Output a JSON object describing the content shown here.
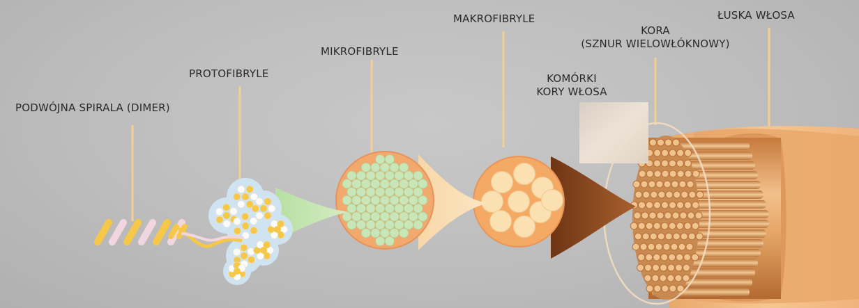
{
  "labels": {
    "double_helix": "PODWÓJNA SPIRALA (DIMER)",
    "protofibrils": "PROTOFIBRYLE",
    "microfibrils": "MIKROFIBRYLE",
    "macrofibrils": "MAKROFIBRYLE",
    "cortex_cells_line1": "KOMÓRKI",
    "cortex_cells_line2": "KORY WŁOSA",
    "cortex_line1": "KORA",
    "cortex_line2": "(SZNUR WIELOWŁÓKNOWY)",
    "cuticle": "ŁUSKA WŁOSA"
  },
  "colors": {
    "background": "#bdbdbd",
    "leader_line": "#f3cf92",
    "helix_yellow": "#f6c84a",
    "helix_pink": "#f2d6df",
    "protofibril_blue": "#cfe3f0",
    "microfibril_green": "#c8e6b8",
    "microfibril_orange": "#f2a96d",
    "macrofibril_cream": "#fbe0b2",
    "cone_brown": "#8b4a22",
    "hair_copper": "#d8945a"
  }
}
